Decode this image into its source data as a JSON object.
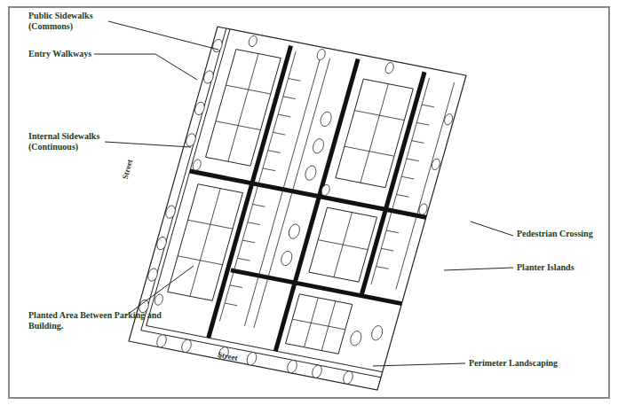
{
  "diagram": {
    "labels": [
      "Public Sidewalks (Commons)",
      "Entry Walkways",
      "Internal Sidewalks (Continuous)",
      "Planted Area Between Parking and Building.",
      "Pedestrian Crossing",
      "Planter Islands",
      "Perimeter Landscaping",
      "Street",
      "Street"
    ]
  }
}
